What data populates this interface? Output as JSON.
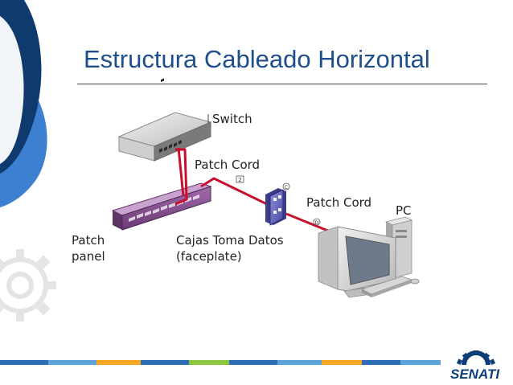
{
  "slide": {
    "title": "Estructura Cableado Horizontal"
  },
  "diagram": {
    "labels": {
      "switch": "Switch",
      "patch_cord_top": "Patch Cord",
      "patch_cord_right": "Patch Cord",
      "pc": "PC",
      "patch_panel_line1": "Patch",
      "patch_panel_line2": "panel",
      "faceplate_line1": "Cajas Toma Datos",
      "faceplate_line2": "(faceplate)"
    },
    "cable_markers": {
      "marker_2": "2",
      "marker_c": "C",
      "marker_d": "D"
    },
    "cable_color": "#c8102e"
  },
  "footer": {
    "logo_text": "SENATI",
    "stripe_colors": [
      "#2f6db5",
      "#5ba3d9",
      "#f5a623",
      "#2f6db5",
      "#8dc63f",
      "#2f6db5",
      "#5ba3d9",
      "#f5a623",
      "#2f6db5",
      "#5ba3d9"
    ]
  },
  "colors": {
    "title": "#1f4e8c",
    "deco_dark": "#0e3a6e",
    "deco_mid": "#1f5fae",
    "deco_light": "#3d7fd0"
  }
}
